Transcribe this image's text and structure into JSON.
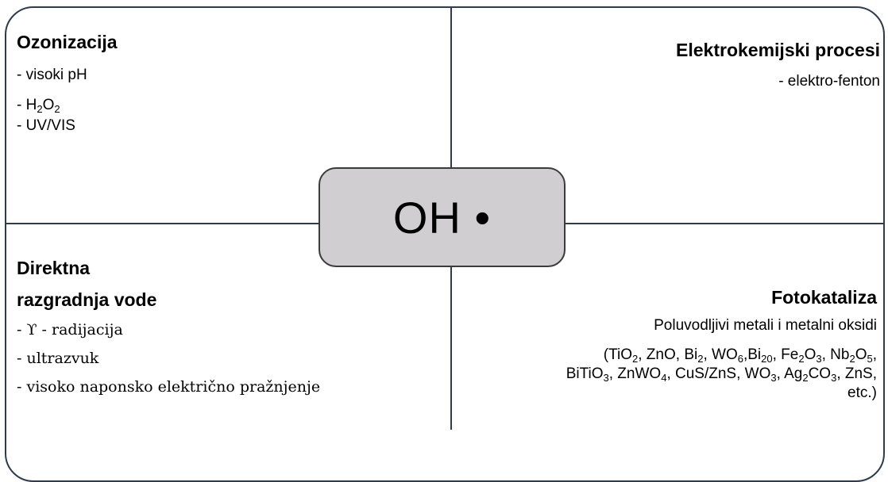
{
  "center_label": "OH •",
  "top_left": {
    "title": "Ozonizacija",
    "item1": "- visoki pH",
    "item2_prefix": "- H",
    "item2_sub1": "2",
    "item2_mid": "O",
    "item2_sub2": "2",
    "item3": "- UV/VIS"
  },
  "top_right": {
    "title": "Elektrokemijski procesi",
    "item1": "- elektro-fenton"
  },
  "bottom_left": {
    "title_line1": "Direktna",
    "title_line2": "razgradnja vode",
    "item1": "- ϒ - radijacija",
    "item2": "- ultrazvuk",
    "item3": "- visoko naponsko električno pražnjenje"
  },
  "bottom_right": {
    "title": "Fotokataliza",
    "subtitle": "Poluvodljivi metali i metalni oksidi",
    "line1": {
      "p1": "(TiO",
      "s1": "2",
      "p2": ", ZnO, Bi",
      "s2": "2",
      "p3": ", WO",
      "s3": "6",
      "p4": ",Bi",
      "s4": "20",
      "p5": ", Fe",
      "s5": "2",
      "p6": "O",
      "s6": "3",
      "p7": ", Nb",
      "s7": "2",
      "p8": "O",
      "s8": "5",
      "p9": ","
    },
    "line2": {
      "p1": "BiTiO",
      "s1": "3",
      "p2": ", ZnWO",
      "s2": "4",
      "p3": ", CuS/ZnS, WO",
      "s3": "3",
      "p4": ", Ag",
      "s4": "2",
      "p5": "CO",
      "s5": "3",
      "p6": ", ZnS,"
    },
    "line3": "etc.)"
  }
}
